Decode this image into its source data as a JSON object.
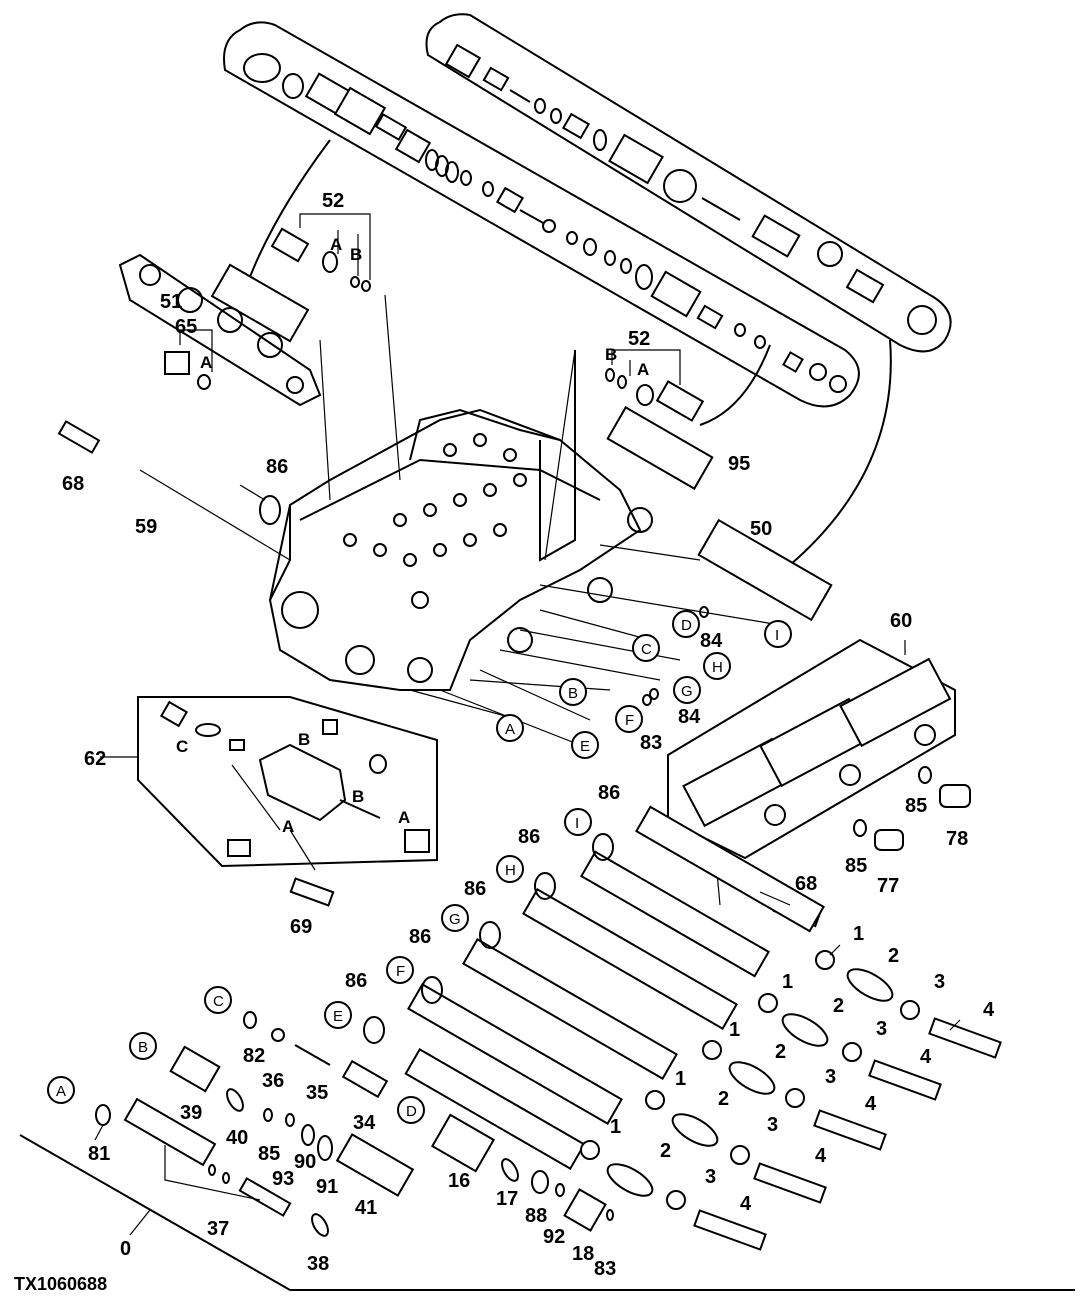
{
  "drawing_code": "TX1060688",
  "callouts": [
    {
      "id": "c52a",
      "text": "52"
    },
    {
      "id": "c52b",
      "text": "52"
    },
    {
      "id": "c51",
      "text": "51"
    },
    {
      "id": "c65",
      "text": "65"
    },
    {
      "id": "c68a",
      "text": "68"
    },
    {
      "id": "c59",
      "text": "59"
    },
    {
      "id": "c86a",
      "text": "86"
    },
    {
      "id": "c95",
      "text": "95"
    },
    {
      "id": "c50",
      "text": "50"
    },
    {
      "id": "c60",
      "text": "60"
    },
    {
      "id": "c84a",
      "text": "84"
    },
    {
      "id": "c84b",
      "text": "84"
    },
    {
      "id": "c83a",
      "text": "83"
    },
    {
      "id": "c62",
      "text": "62"
    },
    {
      "id": "c69",
      "text": "69"
    },
    {
      "id": "c85a",
      "text": "85"
    },
    {
      "id": "c78",
      "text": "78"
    },
    {
      "id": "c85b",
      "text": "85"
    },
    {
      "id": "c77",
      "text": "77"
    },
    {
      "id": "c68b",
      "text": "68"
    },
    {
      "id": "c86b",
      "text": "86"
    },
    {
      "id": "c86c",
      "text": "86"
    },
    {
      "id": "c86d",
      "text": "86"
    },
    {
      "id": "c86e",
      "text": "86"
    },
    {
      "id": "c86f",
      "text": "86"
    },
    {
      "id": "c1a",
      "text": "1"
    },
    {
      "id": "c2a",
      "text": "2"
    },
    {
      "id": "c3a",
      "text": "3"
    },
    {
      "id": "c4a",
      "text": "4"
    },
    {
      "id": "c1b",
      "text": "1"
    },
    {
      "id": "c2b",
      "text": "2"
    },
    {
      "id": "c3b",
      "text": "3"
    },
    {
      "id": "c4b",
      "text": "4"
    },
    {
      "id": "c1c",
      "text": "1"
    },
    {
      "id": "c2c",
      "text": "2"
    },
    {
      "id": "c3c",
      "text": "3"
    },
    {
      "id": "c4c",
      "text": "4"
    },
    {
      "id": "c1d",
      "text": "1"
    },
    {
      "id": "c2d",
      "text": "2"
    },
    {
      "id": "c3d",
      "text": "3"
    },
    {
      "id": "c4d",
      "text": "4"
    },
    {
      "id": "c1e",
      "text": "1"
    },
    {
      "id": "c2e",
      "text": "2"
    },
    {
      "id": "c3e",
      "text": "3"
    },
    {
      "id": "c4e",
      "text": "4"
    },
    {
      "id": "c82",
      "text": "82"
    },
    {
      "id": "c36",
      "text": "36"
    },
    {
      "id": "c35",
      "text": "35"
    },
    {
      "id": "c34",
      "text": "34"
    },
    {
      "id": "c39",
      "text": "39"
    },
    {
      "id": "c40",
      "text": "40"
    },
    {
      "id": "c85c",
      "text": "85"
    },
    {
      "id": "c93",
      "text": "93"
    },
    {
      "id": "c90",
      "text": "90"
    },
    {
      "id": "c91",
      "text": "91"
    },
    {
      "id": "c41",
      "text": "41"
    },
    {
      "id": "c81",
      "text": "81"
    },
    {
      "id": "c37",
      "text": "37"
    },
    {
      "id": "c38",
      "text": "38"
    },
    {
      "id": "c16",
      "text": "16"
    },
    {
      "id": "c17",
      "text": "17"
    },
    {
      "id": "c88",
      "text": "88"
    },
    {
      "id": "c92",
      "text": "92"
    },
    {
      "id": "c18",
      "text": "18"
    },
    {
      "id": "c83b",
      "text": "83"
    },
    {
      "id": "c0",
      "text": "0"
    }
  ],
  "letters": [
    {
      "id": "l52a_A",
      "text": "A"
    },
    {
      "id": "l52a_B",
      "text": "B"
    },
    {
      "id": "l52b_B",
      "text": "B"
    },
    {
      "id": "l52b_A",
      "text": "A"
    },
    {
      "id": "l65_A",
      "text": "A"
    },
    {
      "id": "l62_C",
      "text": "C"
    },
    {
      "id": "l62_B1",
      "text": "B"
    },
    {
      "id": "l62_B2",
      "text": "B"
    },
    {
      "id": "l62_A1",
      "text": "A"
    },
    {
      "id": "l62_A2",
      "text": "A"
    }
  ],
  "circled_letters": [
    {
      "id": "ci_D1",
      "text": "D"
    },
    {
      "id": "ci_I1",
      "text": "I"
    },
    {
      "id": "ci_C1",
      "text": "C"
    },
    {
      "id": "ci_H1",
      "text": "H"
    },
    {
      "id": "ci_B1",
      "text": "B"
    },
    {
      "id": "ci_G1",
      "text": "G"
    },
    {
      "id": "ci_F1",
      "text": "F"
    },
    {
      "id": "ci_A1",
      "text": "A"
    },
    {
      "id": "ci_E1",
      "text": "E"
    },
    {
      "id": "ci_I2",
      "text": "I"
    },
    {
      "id": "ci_H2",
      "text": "H"
    },
    {
      "id": "ci_G2",
      "text": "G"
    },
    {
      "id": "ci_F2",
      "text": "F"
    },
    {
      "id": "ci_E2",
      "text": "E"
    },
    {
      "id": "ci_C2",
      "text": "C"
    },
    {
      "id": "ci_B2",
      "text": "B"
    },
    {
      "id": "ci_A2",
      "text": "A"
    },
    {
      "id": "ci_D2",
      "text": "D"
    }
  ]
}
